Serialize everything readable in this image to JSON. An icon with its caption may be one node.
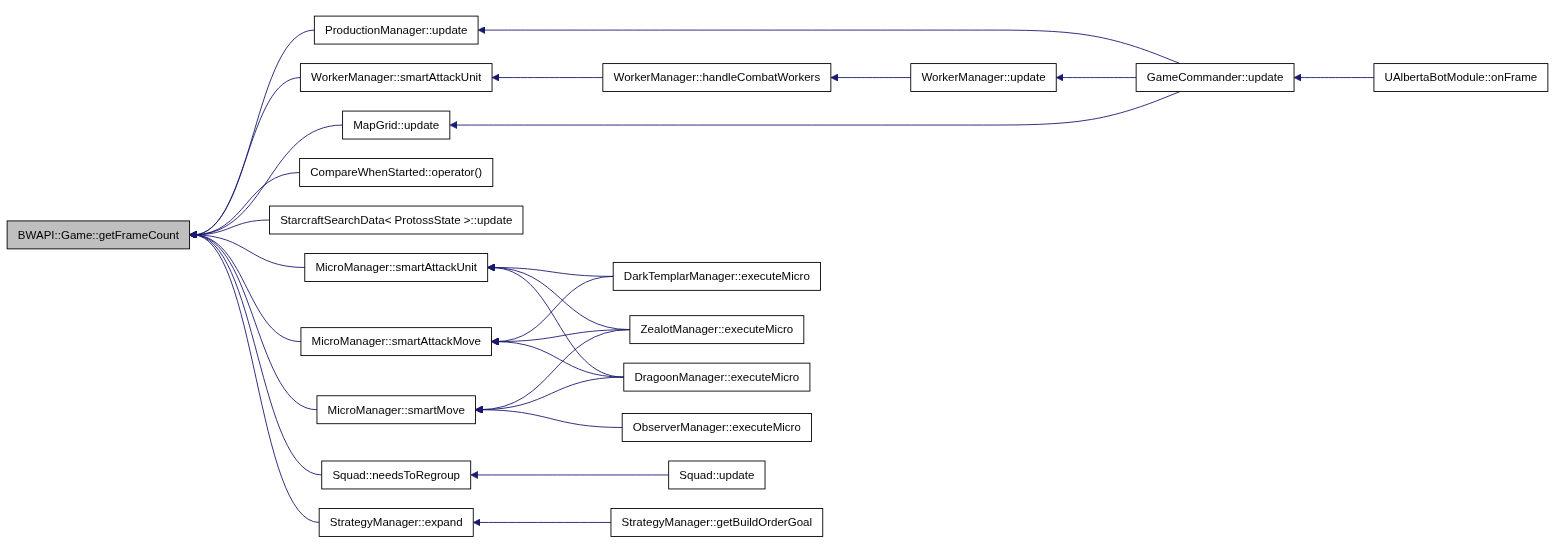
{
  "diagram": {
    "nodes": [
      {
        "text": [
          "BWAPI::Game::getFrameCount"
        ]
      },
      {
        "text": [
          "ProductionManager::update"
        ]
      },
      {
        "text": [
          "WorkerManager::smartAttackUnit"
        ]
      },
      {
        "text": [
          "WorkerManager::handleCombatWorkers"
        ]
      },
      {
        "text": [
          "WorkerManager::update"
        ]
      },
      {
        "text": [
          "GameCommander::update"
        ]
      },
      {
        "text": [
          "UAlbertaBotModule::onFrame"
        ]
      },
      {
        "text": [
          "MapGrid::update"
        ]
      },
      {
        "text": [
          "CompareWhenStarted::operator()"
        ]
      },
      {
        "text": [
          "StarcraftSearchData< ProtossState >::update"
        ]
      },
      {
        "text": [
          "MicroManager::smartAttackUnit"
        ]
      },
      {
        "text": [
          "DarkTemplarManager::executeMicro"
        ]
      },
      {
        "text": [
          "ZealotManager::executeMicro"
        ]
      },
      {
        "text": [
          "MicroManager::smartAttackMove"
        ]
      },
      {
        "text": [
          "DragoonManager::executeMicro"
        ]
      },
      {
        "text": [
          "MicroManager::smartMove"
        ]
      },
      {
        "text": [
          "ObserverManager::executeMicro"
        ]
      },
      {
        "text": [
          "Squad::needsToRegroup"
        ]
      },
      {
        "text": [
          "Squad::update"
        ]
      },
      {
        "text": [
          "StrategyManager::expand"
        ]
      },
      {
        "text": [
          "StrategyManager::getBuildOrderGoal"
        ]
      }
    ],
    "edges": [
      {
        "from": 1,
        "to": 0,
        "arrow": "to"
      },
      {
        "from": 2,
        "to": 0,
        "arrow": "to"
      },
      {
        "from": 7,
        "to": 0,
        "arrow": "to"
      },
      {
        "from": 8,
        "to": 0,
        "arrow": "to"
      },
      {
        "from": 9,
        "to": 0,
        "arrow": "to"
      },
      {
        "from": 10,
        "to": 0,
        "arrow": "to"
      },
      {
        "from": 13,
        "to": 0,
        "arrow": "to"
      },
      {
        "from": 15,
        "to": 0,
        "arrow": "to"
      },
      {
        "from": 17,
        "to": 0,
        "arrow": "to"
      },
      {
        "from": 19,
        "to": 0,
        "arrow": "to"
      },
      {
        "from": 5,
        "to": 1,
        "arrow": "to"
      },
      {
        "from": 3,
        "to": 2,
        "arrow": "to"
      },
      {
        "from": 4,
        "to": 3,
        "arrow": "to"
      },
      {
        "from": 5,
        "to": 4,
        "arrow": "to"
      },
      {
        "from": 6,
        "to": 5,
        "arrow": "to"
      },
      {
        "from": 5,
        "to": 7,
        "arrow": "to"
      },
      {
        "from": 11,
        "to": 10,
        "arrow": "to"
      },
      {
        "from": 11,
        "to": 13,
        "arrow": "to"
      },
      {
        "from": 12,
        "to": 10,
        "arrow": "to"
      },
      {
        "from": 12,
        "to": 13,
        "arrow": "to"
      },
      {
        "from": 12,
        "to": 15,
        "arrow": "to"
      },
      {
        "from": 14,
        "to": 10,
        "arrow": "to"
      },
      {
        "from": 14,
        "to": 13,
        "arrow": "to"
      },
      {
        "from": 14,
        "to": 15,
        "arrow": "to"
      },
      {
        "from": 16,
        "to": 15,
        "arrow": "to"
      },
      {
        "from": 18,
        "to": 17,
        "arrow": "to"
      },
      {
        "from": 20,
        "to": 19,
        "arrow": "to"
      }
    ]
  }
}
